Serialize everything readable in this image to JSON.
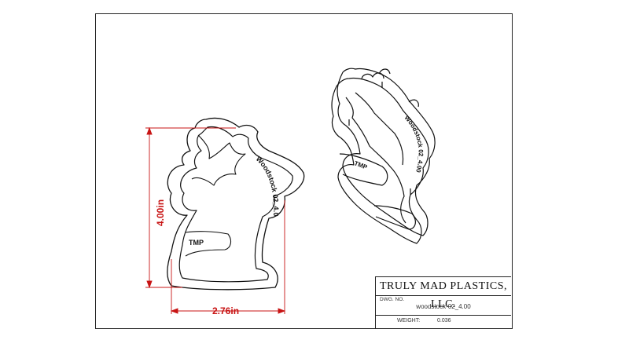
{
  "title_block": {
    "company": "TRULY MAD PLASTICS, LLC.",
    "dwg_label": "DWG. NO.",
    "dwg_number": "woodstock-02_4.00",
    "weight_label": "WEIGHT:",
    "weight_value": "0.036"
  },
  "dimensions": {
    "height": "4.00in",
    "width": "2.76in"
  },
  "part_labels": {
    "name": "Woodstock 02_4.00",
    "mark": "TMP"
  },
  "colors": {
    "dimension": "#c81414",
    "line": "#111111"
  }
}
